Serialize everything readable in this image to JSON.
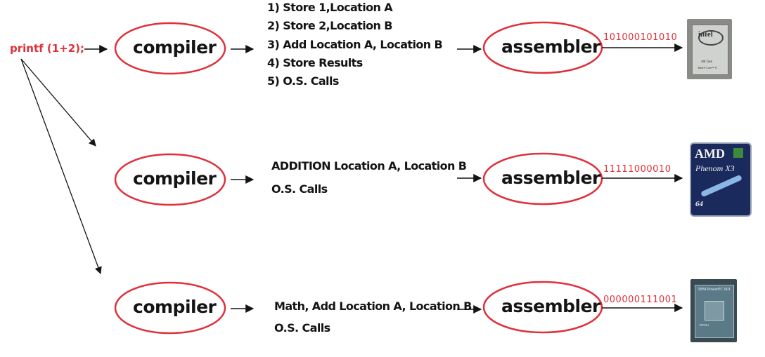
{
  "source_code": "printf (1+2);",
  "rows": [
    {
      "compiler_label": "compiler",
      "instructions": [
        "1) Store 1,Location A",
        "2) Store 2,Location B",
        "3) Add Location A, Location B",
        "4) Store Results",
        "5) O.S. Calls"
      ],
      "assembler_label": "assembler",
      "machine_code": "101000101010",
      "chip": {
        "brand": "intel",
        "caption_line1": "4th Gen",
        "caption_line2": "Intel® Core™ i7"
      }
    },
    {
      "compiler_label": "compiler",
      "instructions": [
        "ADDITION Location A, Location B",
        "O.S. Calls"
      ],
      "assembler_label": "assembler",
      "machine_code": "11111000010",
      "chip": {
        "brand": "AMD",
        "model": "Phenom X3",
        "bits": "64"
      }
    },
    {
      "compiler_label": "compiler",
      "instructions": [
        "Math, Add Location A, Location B",
        "O.S. Calls"
      ],
      "assembler_label": "assembler",
      "machine_code": "000000111001",
      "chip": {
        "brand": "IBM PowerPC 601",
        "caption": "PPC601"
      }
    }
  ],
  "colors": {
    "accent": "#e0303a",
    "ink": "#141414"
  }
}
